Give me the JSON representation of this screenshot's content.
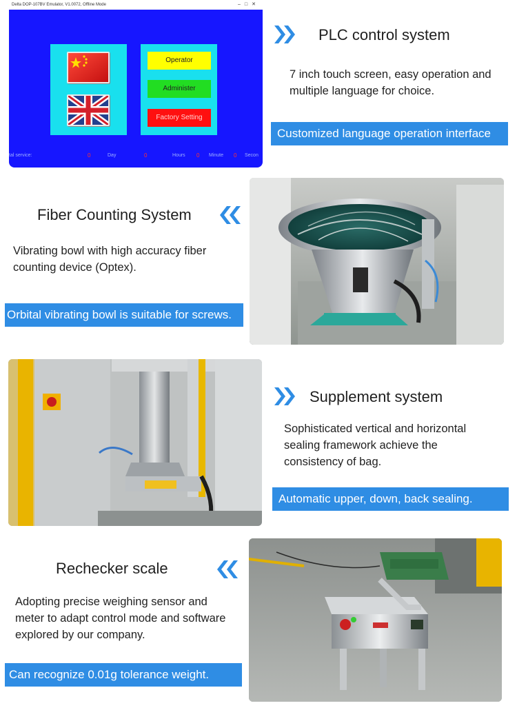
{
  "hmi": {
    "window_title": "Delta DOP-107BV Emulator, V1.0072, Offline Mode",
    "buttons": {
      "operator": "Operator",
      "administer": "Administer",
      "factory_setting": "Factory Setting"
    },
    "footer": {
      "total_service_label": "tal service:",
      "total_service_value": "0",
      "day_label": "Day",
      "day_value": "0",
      "hours_label": "Hours",
      "hours_value": "0",
      "minute_label": "Minute",
      "minute_value": "0",
      "second_label": "Secon"
    }
  },
  "sections": [
    {
      "title": "PLC control system",
      "description": "7 inch touch screen, easy operation and multiple language for choice.",
      "banner": "Customized language operation interface"
    },
    {
      "title": "Fiber Counting System",
      "description": "Vibrating bowl  with high accuracy fiber counting device (Optex).",
      "banner": "Orbital vibrating bowl is suitable for screws."
    },
    {
      "title": "Supplement system",
      "description": "Sophisticated vertical and horizontal sealing framework achieve the consistency of bag.",
      "banner": "Automatic upper, down, back sealing."
    },
    {
      "title": "Rechecker scale",
      "description": "Adopting precise weighing sensor and meter to adapt control mode and software explored by our company.",
      "banner": "Can recognize 0.01g tolerance weight."
    }
  ],
  "colors": {
    "banner_blue": "#2f8de4",
    "chevron_blue": "#2f8de4",
    "hmi_background": "#1616ff",
    "hmi_panel": "#19e0ee",
    "operator_button": "#ffff00",
    "administer_button": "#22dd22",
    "factory_button": "#ff1010"
  },
  "icons": {
    "right_chevrons": "double-chevron-right-icon",
    "left_chevrons": "double-chevron-left-icon",
    "flag_china": "china-flag-icon",
    "flag_uk": "uk-flag-icon"
  }
}
